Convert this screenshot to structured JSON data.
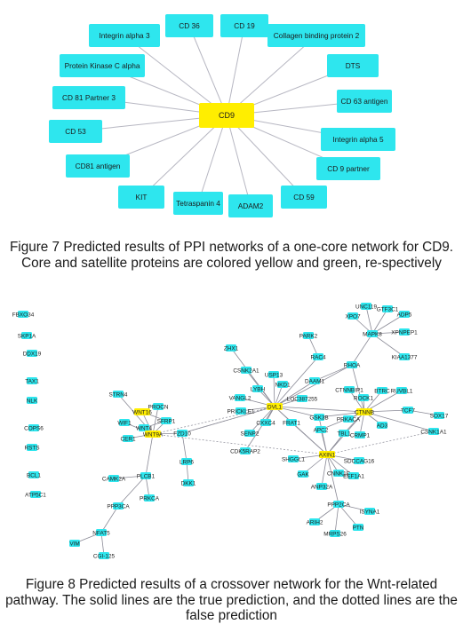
{
  "figure7": {
    "caption": "Figure 7 Predicted results of PPI networks of a one-core network for CD9. Core and satellite proteins are colored yellow and green, re-spectively",
    "core": "CD9",
    "satellites": [
      "CD 36",
      "CD 19",
      "Collagen binding protein 2",
      "DTS",
      "CD 63 antigen",
      "Integrin alpha 5",
      "CD 9 partner",
      "CD 59",
      "ADAM2",
      "Tetraspanin 4",
      "KIT",
      "CD81 antigen",
      "CD 53",
      "CD 81 Partner 3",
      "Protein Kinase C alpha",
      "Integrin alpha 3"
    ],
    "colors": {
      "core": "#ffee00",
      "satellite": "#2ee6ee",
      "edge": "#b7b7c2"
    }
  },
  "figure8": {
    "caption": "Figure 8 Predicted results of a crossover network for the Wnt-related pathway. The solid lines are the true prediction, and the dotted lines are the false prediction",
    "nodes": {
      "FBXO34": "FBXO34",
      "SKP1A": "SKP1A",
      "DDX19": "DDX19",
      "TAX1": "TAX1",
      "NLK": "NLK",
      "COPS6": "COPS6",
      "RSTS": "RSTS",
      "BCL1": "BCL1",
      "ATP5C1": "ATP5C1",
      "UNC119": "UNC119",
      "GTF3C1": "GTF3C1",
      "XPO7": "XPO7",
      "ADP5": "ADP5",
      "MAPK8": "MAPK8",
      "XPNPEP1": "XPNPEP1",
      "PARK2": "PARK2",
      "RAC4": "RAC4",
      "KIAA1377": "KIAA1377",
      "ZHX1": "ZHX1",
      "CSNK2A1": "CSNK2A1",
      "USP13": "USP13",
      "NKD1": "NKD1",
      "DAAM1": "DAAM1",
      "LYBH": "LYBH",
      "LOC387255": "LOC387255",
      "RHOA": "RHOA",
      "VANGL2": "VANGL2",
      "CTNNBIP1": "CTNNBIP1",
      "BTRC": "BTRC",
      "RUVBL1": "RUVBL1",
      "ROCK1": "ROCK1",
      "PRICKLE1": "PRICKLE1",
      "DVL1": "DVL1",
      "CTNNB": "CTNNB",
      "TCF7": "TCF7",
      "SOX17": "SOX17",
      "CSNK1A1": "CSNK1A1",
      "CXXC4": "CXXC4",
      "FRAT1": "FRAT1",
      "GSK3B": "GSK3B",
      "PRKACA": "PRKACA",
      "AD3": "AD3",
      "SENP2": "SENP2",
      "APC2": "APC2",
      "TBL1": "TBL1",
      "CRMP1": "CRMP1",
      "STRN4": "STRN4",
      "PROCN": "PROCN",
      "WNT16": "WNT16",
      "SFRP1": "SFRP1",
      "WIF1": "WIF1",
      "WNT4": "WNT4",
      "CER1": "CER1",
      "WNT9A": "WNT9A",
      "FZD10": "FZD10",
      "CDK5RAP2": "CDK5RAP2",
      "SHGGL1": "SHGGL1",
      "AXIN1": "AXIN1",
      "SDCCAG16": "SDCCAG16",
      "GAK": "GAK",
      "CNNK1E": "CNNK1E",
      "EEF1A1": "EEF1A1",
      "ANP32A": "ANP32A",
      "LRP6": "LRP6",
      "DKK1": "DKK1",
      "CAMK2A": "CAMK2A",
      "PLCB1": "PLCB1",
      "PRKCA": "PRKCA",
      "PPP3CA_L": "PPP3CA",
      "PPP2CA": "PPP2CA",
      "ISYNA1": "ISYNA1",
      "ARIH2": "ARIH2",
      "PTN": "PTN",
      "MRPS26": "MRPS26",
      "NFAT5": "NFAT5",
      "VIM": "VIM",
      "CGI-125": "CGI-125"
    },
    "colors": {
      "hub": "#ffee00",
      "node": "#2ee6ee",
      "edge": "#8a8a96"
    }
  }
}
